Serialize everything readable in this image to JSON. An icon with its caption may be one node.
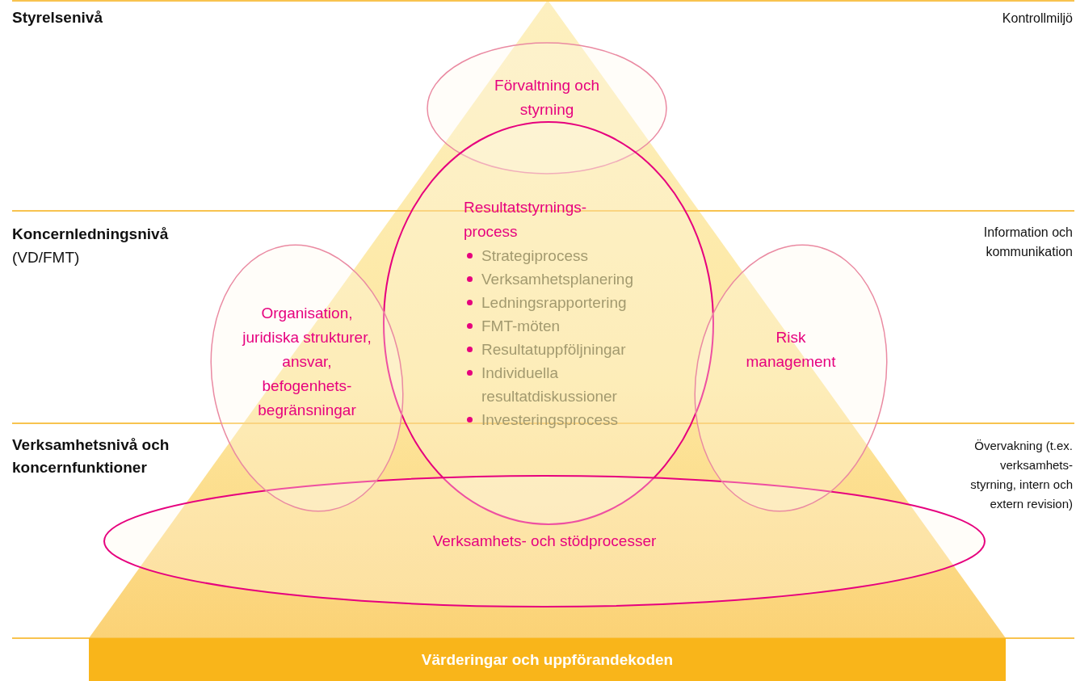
{
  "diagram": {
    "nodes": [
      {
        "text": [
          "Förvaltning och styrning"
        ]
      },
      {
        "text": [
          "Resultatstyrnings- process",
          "Strategiprocess",
          "Verksamhetsplanering",
          "Ledningsrapportering",
          "FMT-möten",
          "Resultatuppföljningar",
          "Individuella resultatdiskussioner",
          "Investeringsprocess"
        ]
      },
      {
        "text": [
          "Organisation, juridiska strukturer, ansvar, befogenhets- begränsningar"
        ]
      },
      {
        "text": [
          "Risk management"
        ]
      },
      {
        "text": [
          "Verksamhets- och stödprocesser"
        ]
      },
      {
        "text": [
          "Värderingar och uppförandekoden"
        ]
      }
    ],
    "labels": [
      "Styrelsenivå",
      "Kontrollmiljö",
      "Koncernledningsnivå",
      "(VD/FMT)",
      "Information och kommunikation",
      "Verksamhetsnivå och koncernfunktioner",
      "Övervakning (t.ex. verksamhets- styrning, intern och extern revision)"
    ]
  }
}
